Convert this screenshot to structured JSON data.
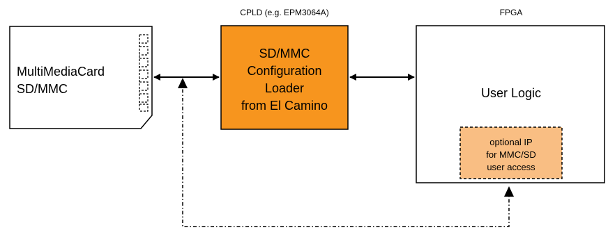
{
  "sd_card": {
    "line1": "MultiMediaCard",
    "line2": "SD/MMC"
  },
  "cpld": {
    "title": "CPLD (e.g.  EPM3064A)",
    "lines": [
      "SD/MMC",
      "Configuration",
      "Loader",
      "from El Camino"
    ],
    "fill": "#F7951E"
  },
  "fpga": {
    "title": "FPGA",
    "label": "User Logic",
    "optional_ip": {
      "lines": [
        "optional IP",
        "for MMC/SD",
        "user access"
      ],
      "fill": "#F9BE83"
    }
  },
  "colors": {
    "stroke": "#000000",
    "background": "#FFFFFF"
  }
}
